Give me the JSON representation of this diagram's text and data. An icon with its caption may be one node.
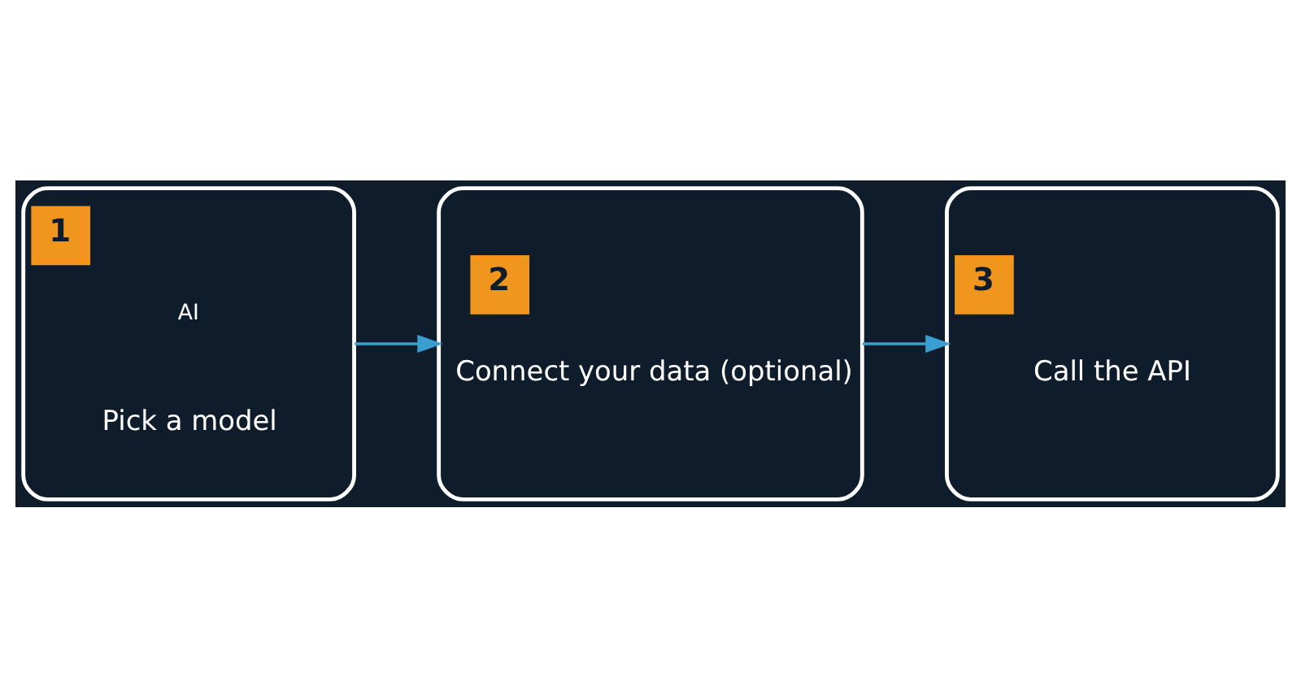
{
  "diagram": {
    "nodes": [
      {
        "text": [
          "1",
          "AI",
          "Pick a model"
        ]
      },
      {
        "text": [
          "2",
          "Connect your data (optional)"
        ]
      },
      {
        "text": [
          "3",
          "Call the API"
        ]
      }
    ],
    "edges": [
      {
        "from": 0,
        "to": 1,
        "arrow": "to"
      },
      {
        "from": 1,
        "to": 2,
        "arrow": "to"
      }
    ]
  }
}
